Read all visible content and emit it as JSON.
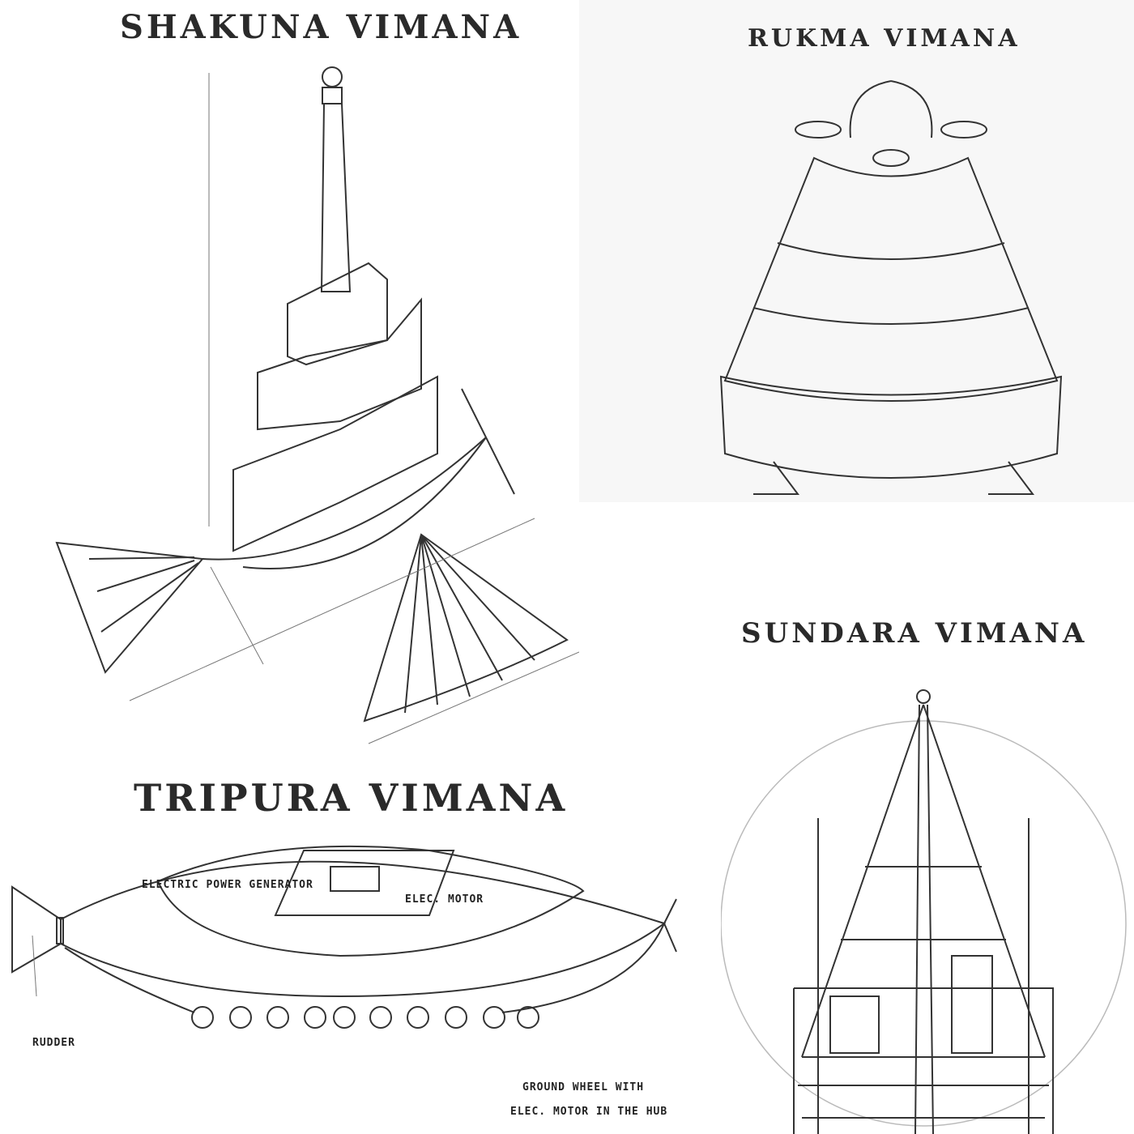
{
  "panels": {
    "shakuna": {
      "title": "SHAKUNA VIMANA"
    },
    "rukma": {
      "title": "RUKMA VIMANA"
    },
    "sundara": {
      "title": "SUNDARA VIMANA"
    },
    "tripura": {
      "title": "TRIPURA VIMANA",
      "labels": {
        "generator": "ELECTRIC POWER GENERATOR",
        "motor": "ELEC. MOTOR",
        "rudder": "RUDDER",
        "wheel_line1": "GROUND WHEEL WITH",
        "wheel_line2": "ELEC. MOTOR IN THE HUB"
      }
    }
  }
}
